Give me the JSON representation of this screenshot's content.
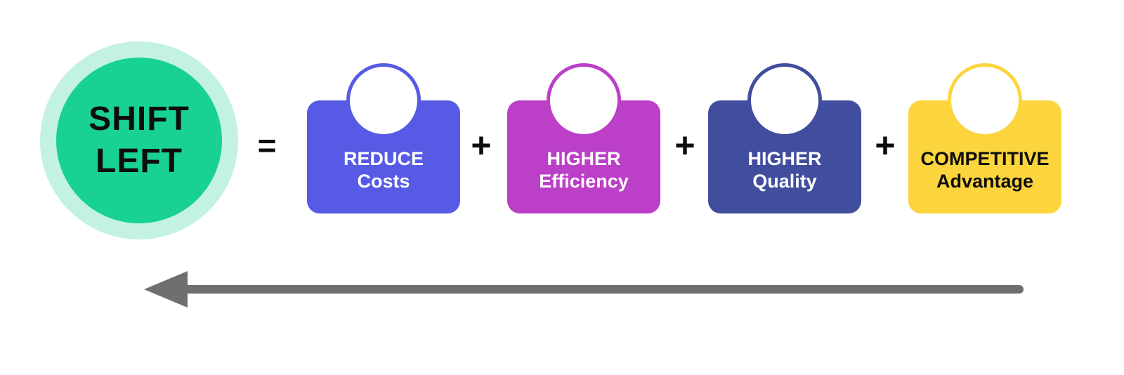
{
  "diagram": {
    "title_badge": {
      "line1": "SHIFT",
      "line2": "LEFT",
      "ring_color": "#c4f2e2",
      "fill_color": "#19d195",
      "text_color": "#0d0d0d"
    },
    "operators": {
      "equals": "=",
      "plus": "+"
    },
    "items": [
      {
        "line1": "REDUCE",
        "line2": "Costs",
        "color": "#575ae4",
        "text_color": "#ffffff"
      },
      {
        "line1": "HIGHER",
        "line2": "Efficiency",
        "color": "#bc3fc8",
        "text_color": "#ffffff"
      },
      {
        "line1": "HIGHER",
        "line2": "Quality",
        "color": "#414d9d",
        "text_color": "#ffffff"
      },
      {
        "line1": "COMPETITIVE",
        "line2": "Advantage",
        "color": "#fcd53e",
        "text_color": "#0d0d0d"
      }
    ],
    "arrow": {
      "direction": "left",
      "color": "#6f6f6f"
    }
  }
}
